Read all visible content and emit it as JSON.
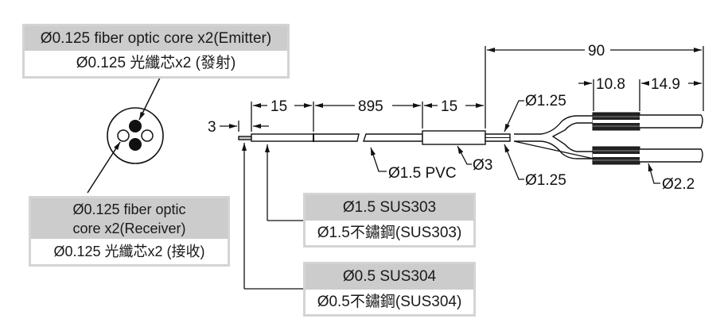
{
  "labels": {
    "emitter": {
      "title": "Ø0.125 fiber optic core x2(Emitter)",
      "subtitle": "Ø0.125 光纖芯x2 (發射)"
    },
    "receiver": {
      "title_line1": "Ø0.125 fiber optic",
      "title_line2": "core x2(Receiver)",
      "subtitle": "Ø0.125 光纖芯x2 (接收)"
    },
    "sus303": {
      "title": "Ø1.5  SUS303",
      "subtitle": "Ø1.5不鏽鋼(SUS303)"
    },
    "sus304": {
      "title": "Ø0.5  SUS304",
      "subtitle": "Ø0.5不鏽鋼(SUS304)"
    }
  },
  "dimensions": {
    "tip_length": "3",
    "sleeve_length": "15",
    "cable_length": "895",
    "collar_length": "15",
    "total_connector_length": "90",
    "ferrule_nut_length": "10.8",
    "ferrule_tip_length": "14.9"
  },
  "callouts": {
    "pvc_cable": "Ø1.5 PVC",
    "collar_dia": "Ø3",
    "fiber_top_dia": "Ø1.25",
    "fiber_bottom_dia": "Ø1.25",
    "ferrule_dia": "Ø2.2"
  },
  "cross_section": {
    "emitter_cores_filled": 2,
    "receiver_cores_hollow": 2
  }
}
